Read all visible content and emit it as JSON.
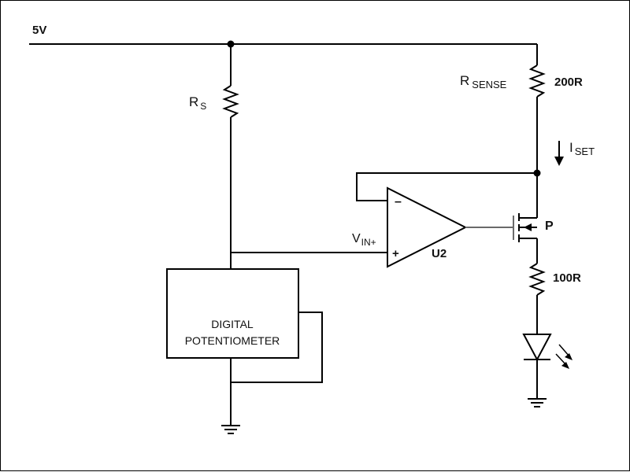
{
  "labels": {
    "supply": "5V",
    "rs": "R",
    "rs_sub": "S",
    "rsense": "R",
    "rsense_sub": "SENSE",
    "rsense_value": "200R",
    "iset": "I",
    "iset_sub": "SET",
    "vin": "V",
    "vin_sub": "IN+",
    "opamp_minus": "–",
    "opamp_plus": "+",
    "opamp_name": "U2",
    "mosfet_name": "P",
    "led_resistor_value": "100R",
    "digipot_line1": "DIGITAL",
    "digipot_line2": "POTENTIOMETER"
  },
  "colors": {
    "wire": "#000000",
    "gate_wire": "#6a6a6a",
    "background": "#ffffff"
  },
  "icons": {
    "ground": "ground-symbol",
    "led": "led-symbol",
    "resistor": "zigzag-resistor-symbol",
    "current_arrow": "down-arrow"
  }
}
